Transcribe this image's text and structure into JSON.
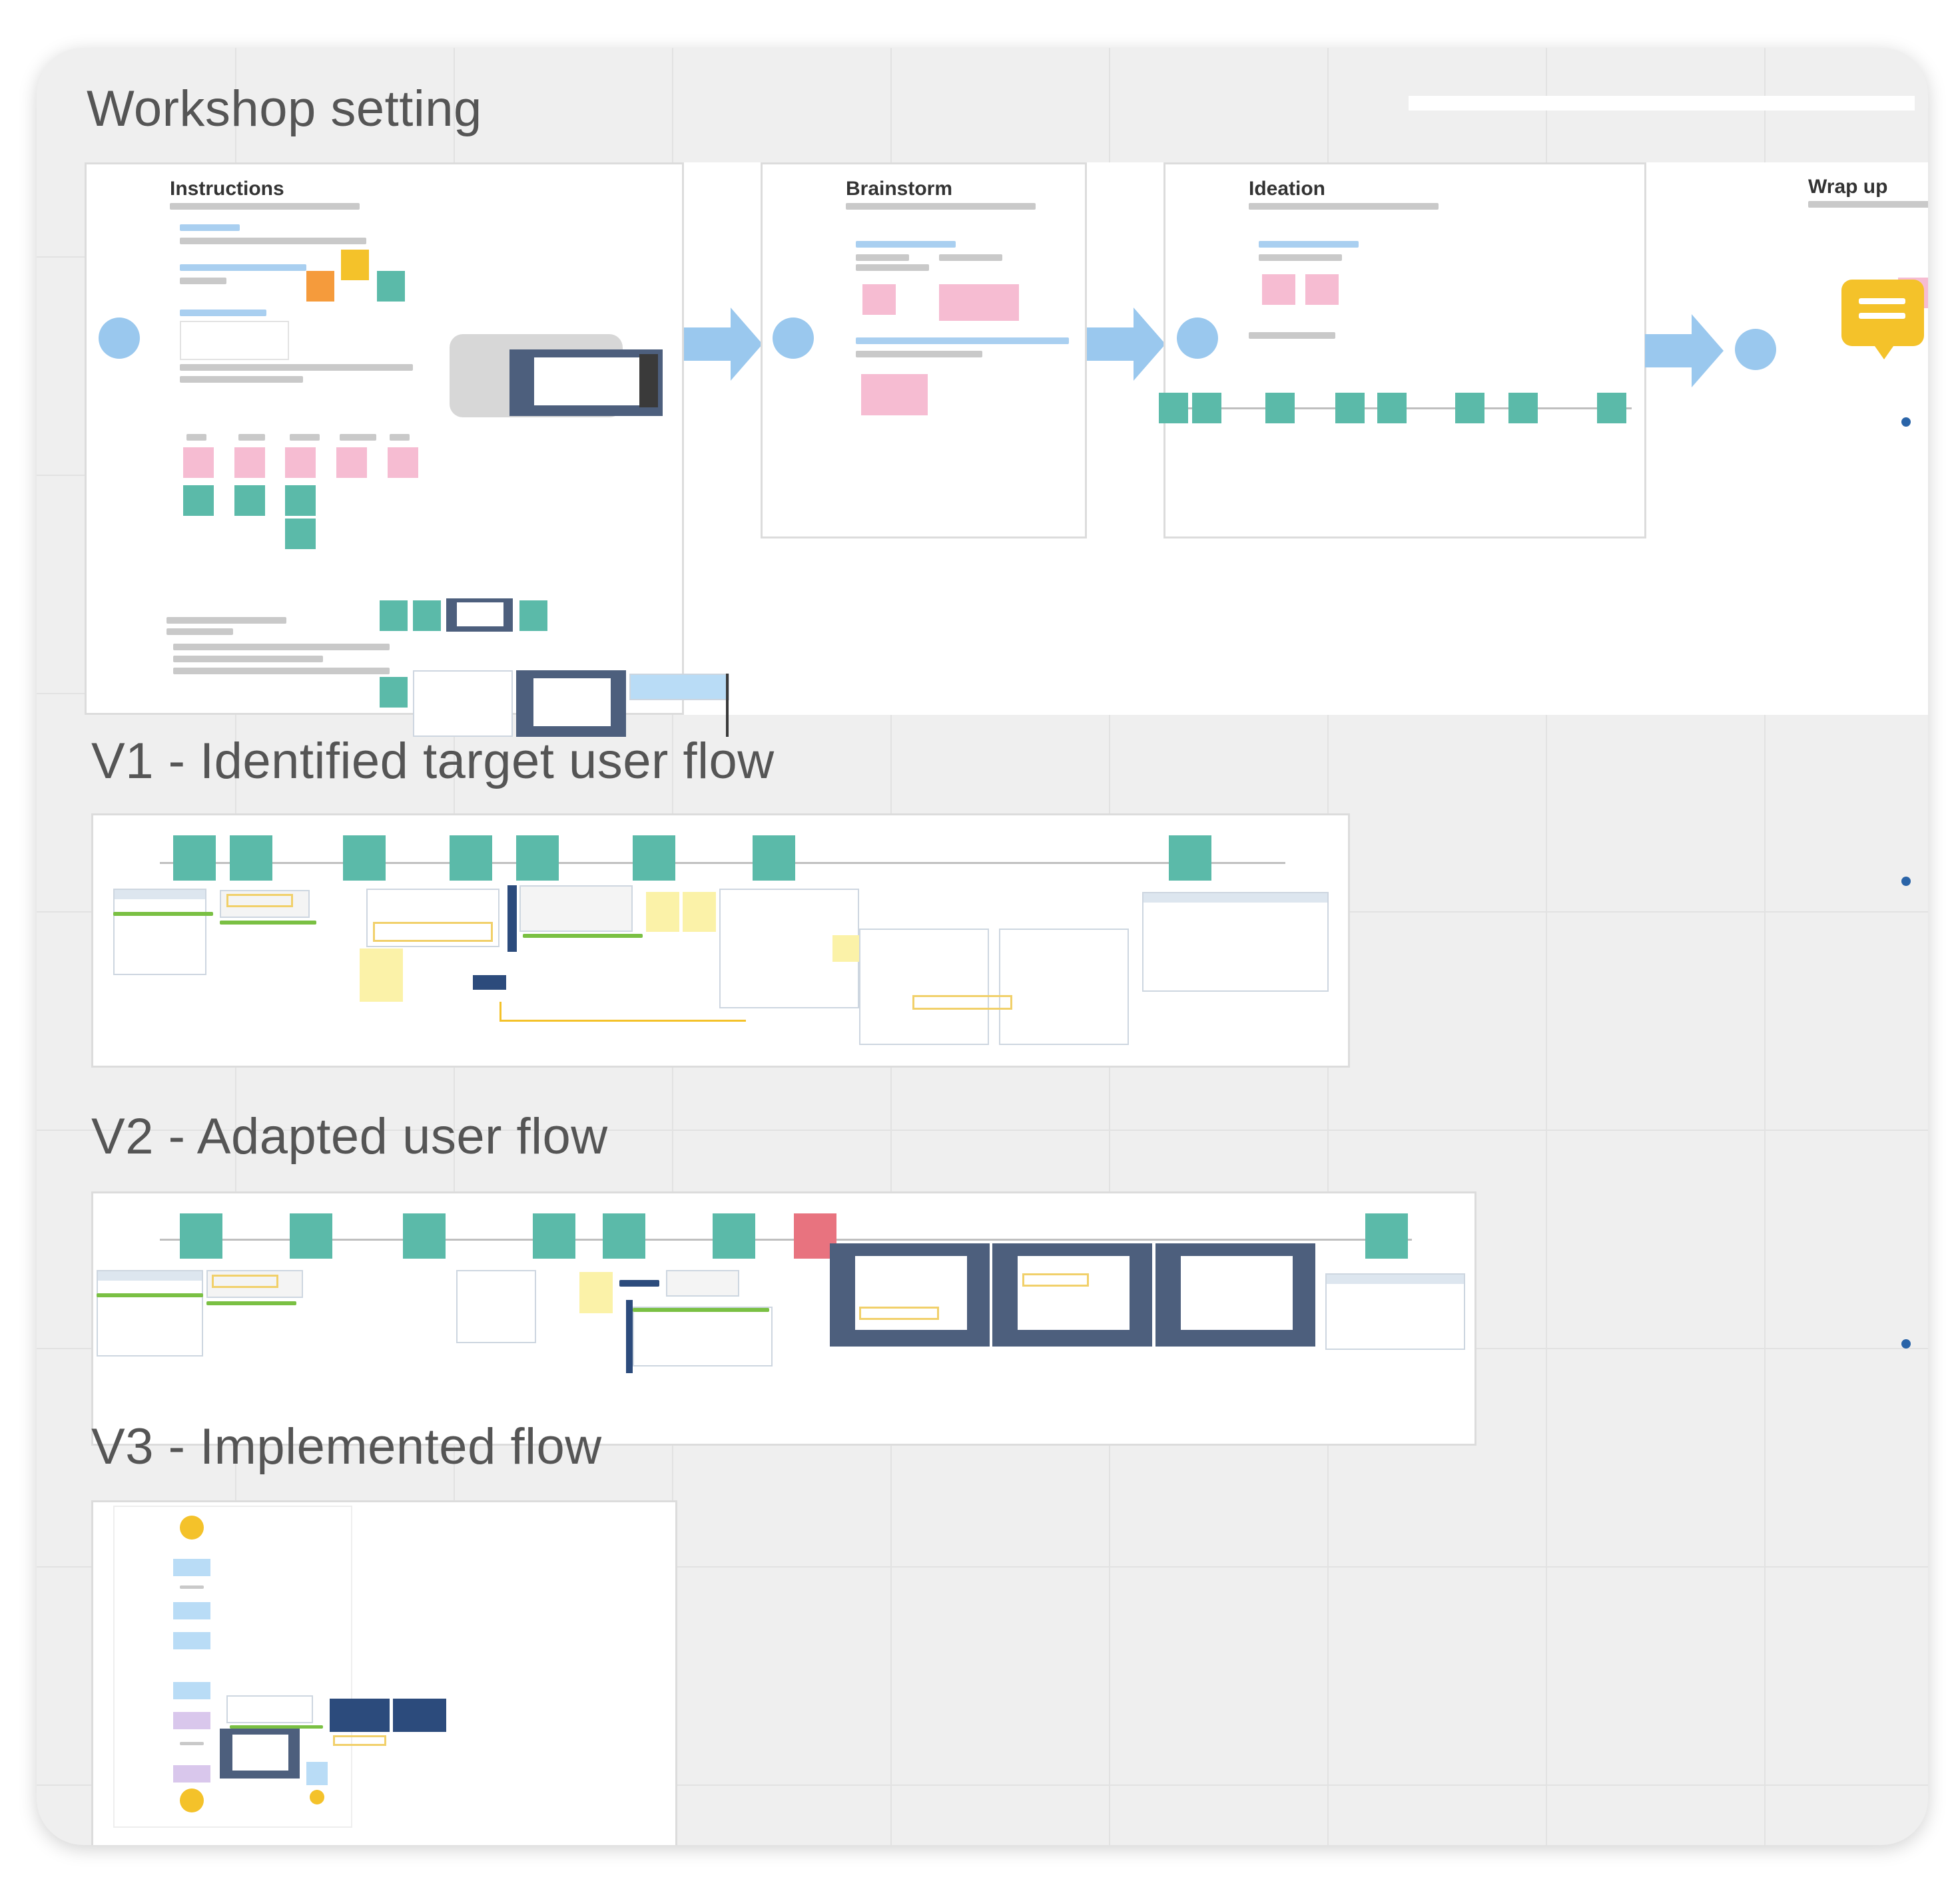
{
  "sections": {
    "workshop": "Workshop setting",
    "v1": "V1 - Identified target user flow",
    "v2": "V2 - Adapted user flow",
    "v3": "V3 - Implemented flow"
  },
  "workshop_frames": {
    "instructions": "Instructions",
    "brainstorm": "Brainstorm",
    "ideation": "Ideation",
    "wrap_up": "Wrap up"
  },
  "colors": {
    "board_background": "#efefef",
    "sticky_teal": "#5bbaa9",
    "sticky_pink": "#f6bcd2",
    "sticky_yellow": "#f4c22a",
    "arrow_blue": "#9ac8ee",
    "flow_red": "#e8737f"
  },
  "icons": {
    "comment": "comment-icon",
    "step_arrow": "arrow-right-icon"
  }
}
